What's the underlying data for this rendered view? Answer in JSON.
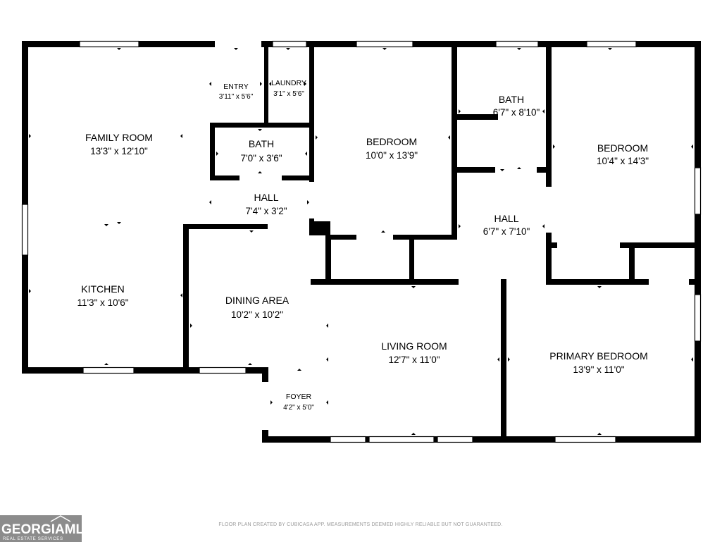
{
  "rooms": {
    "family_room": {
      "name": "FAMILY ROOM",
      "dims": "13'3\" x 12'10\""
    },
    "kitchen": {
      "name": "KITCHEN",
      "dims": "11'3\" x 10'6\""
    },
    "entry": {
      "name": "ENTRY",
      "dims": "3'11\" x 5'6\""
    },
    "laundry": {
      "name": "LAUNDRY",
      "dims": "3'1\" x 5'6\""
    },
    "bath_1": {
      "name": "BATH",
      "dims": "7'0\" x 3'6\""
    },
    "hall_1": {
      "name": "HALL",
      "dims": "7'4\" x 3'2\""
    },
    "bedroom_1": {
      "name": "BEDROOM",
      "dims": "10'0\" x 13'9\""
    },
    "bath_2": {
      "name": "BATH",
      "dims": "6'7\" x 8'10\""
    },
    "bedroom_2": {
      "name": "BEDROOM",
      "dims": "10'4\" x 14'3\""
    },
    "hall_2": {
      "name": "HALL",
      "dims": "6'7\" x 7'10\""
    },
    "dining_area": {
      "name": "DINING AREA",
      "dims": "10'2\" x 10'2\""
    },
    "living_room": {
      "name": "LIVING ROOM",
      "dims": "12'7\" x 11'0\""
    },
    "foyer": {
      "name": "FOYER",
      "dims": "4'2\" x 5'0\""
    },
    "primary_bedroom": {
      "name": "PRIMARY BEDROOM",
      "dims": "13'9\" x 11'0\""
    }
  },
  "disclaimer": "FLOOR PLAN CREATED BY CUBICASA APP. MEASUREMENTS DEEMED HIGHLY RELIABLE BUT NOT GUARANTEED.",
  "logo": {
    "main": "GEORGIAMLS",
    "sub": "REAL ESTATE SERVICES"
  },
  "colors": {
    "wall": "#000000",
    "background": "#ffffff",
    "logo_bg": "#8c8c8c",
    "disclaimer": "#9a9a9a"
  }
}
